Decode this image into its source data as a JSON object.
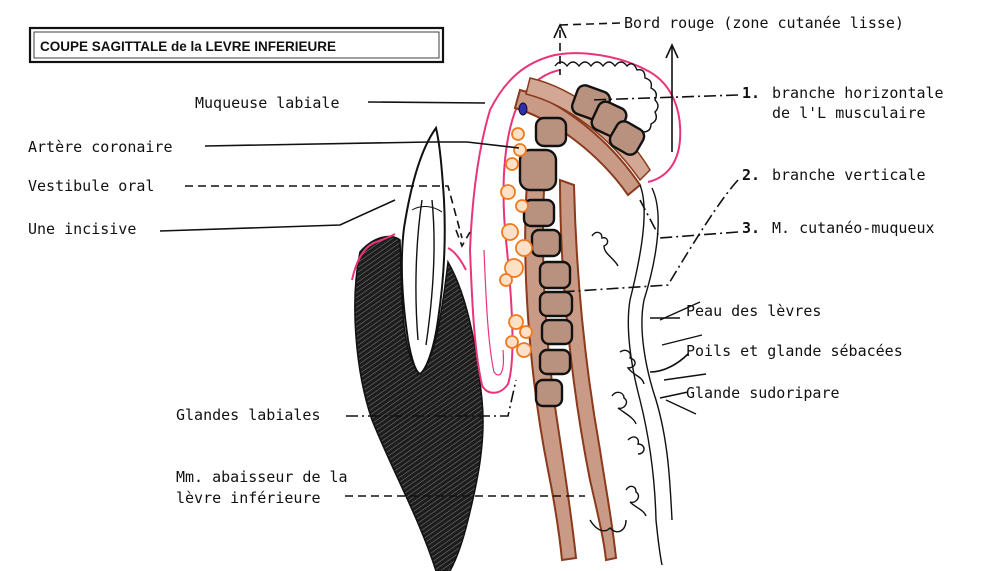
{
  "title": "COUPE SAGITTALE de la LEVRE INFERIEURE",
  "labels": {
    "muqueuse_labiale": "Muqueuse labiale",
    "artere_coronaire": "Artère coronaire",
    "vestibule_oral": "Vestibule oral",
    "une_incisive": "Une incisive",
    "glandes_labiales": "Glandes labiales",
    "mm_abaisseur_1": "Mm. abaisseur de la",
    "mm_abaisseur_2": "lèvre inférieure",
    "bord_rouge": "Bord rouge (zone cutanée lisse)",
    "branche_horizontale_num": "1.",
    "branche_horizontale_1": "branche horizontale",
    "branche_horizontale_2": "de l'L musculaire",
    "branche_verticale_num": "2.",
    "branche_verticale": "branche verticale",
    "cutaneo_muqueux_num": "3.",
    "cutaneo_muqueux": "M. cutanéo-muqueux",
    "peau_des_levres": "Peau des lèvres",
    "poils_glande": "Poils et glande sébacées",
    "glande_sudoripare": "Glande sudoripare"
  },
  "colors": {
    "mucosa": "#e8357a",
    "glands": "#f07a1e",
    "muscle": "#8b3a1c",
    "muscle_fill": "#c99a86",
    "bone": "#2b2b2b",
    "artery": "#2a2fb0"
  }
}
